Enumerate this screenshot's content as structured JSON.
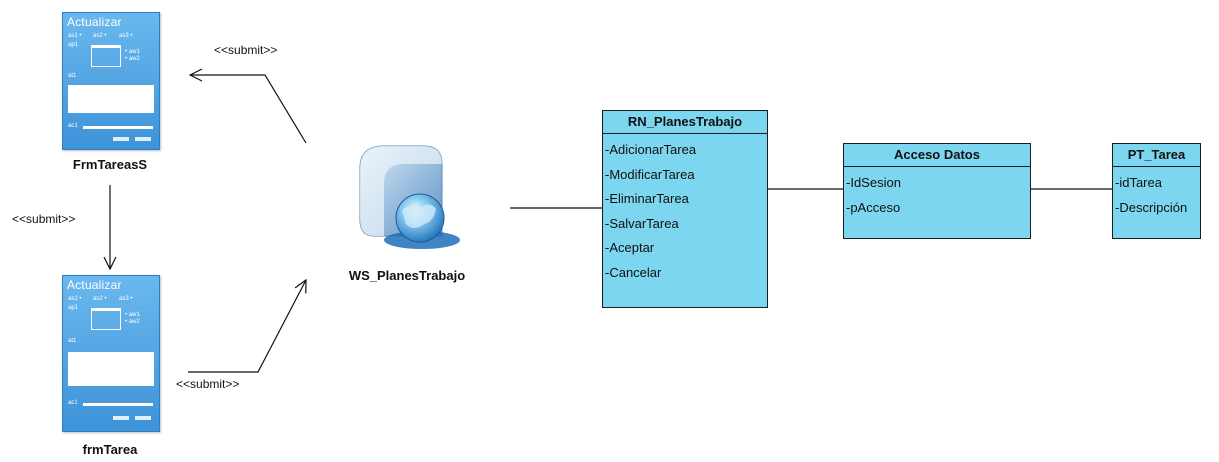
{
  "forms": [
    {
      "name": "FrmTareasS",
      "title": "Actualizar",
      "labels": {
        "as1": "as1 •",
        "as2": "as2 •",
        "as3": "as3 •",
        "ap1": "ap1",
        "aw1": "• aw1",
        "aw2": "• aw2",
        "at1": "at1",
        "ac1": "ac1"
      }
    },
    {
      "name": "frmTarea",
      "title": "Actualizar",
      "labels": {
        "as1": "as1 •",
        "as2": "as2 •",
        "as3": "as3 •",
        "ap1": "ap1",
        "aw1": "• aw1",
        "aw2": "• aw2",
        "at1": "at1",
        "ac1": "ac1"
      }
    }
  ],
  "stereotypes": {
    "top": "<<submit>>",
    "middle": "<<submit>>",
    "bottom": "<<submit>>"
  },
  "web_service": {
    "name": "WS_PlanesTrabajo"
  },
  "classes": [
    {
      "name": "RN_PlanesTrabajo",
      "attributes": [
        "-AdicionarTarea",
        "-ModificarTarea",
        "-EliminarTarea",
        "-SalvarTarea",
        "-Aceptar",
        "-Cancelar"
      ]
    },
    {
      "name": "Acceso Datos",
      "attributes": [
        "-IdSesion",
        "-pAcceso"
      ]
    },
    {
      "name": "PT_Tarea",
      "attributes": [
        "-idTarea",
        "-Descripción"
      ]
    }
  ],
  "colors": {
    "class_fill": "#7dd6ef",
    "form_fill": "#4aa3e2",
    "line": "#111111"
  },
  "icons": [
    "form-page-icon",
    "web-service-globe-icon"
  ]
}
